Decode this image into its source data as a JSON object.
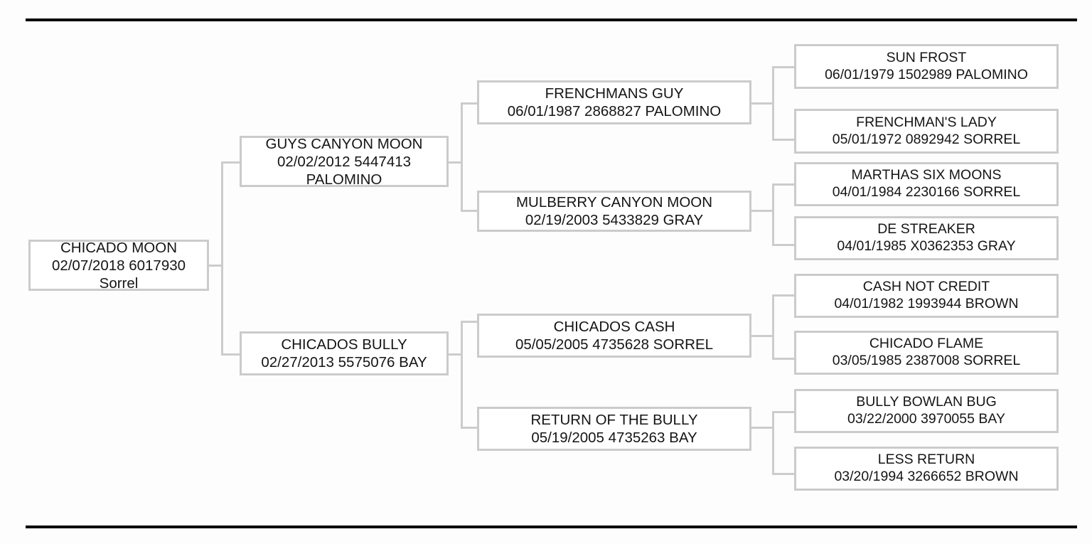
{
  "chart": {
    "type": "pedigree-tree",
    "title": "",
    "generations": 4,
    "line_color": "#cccccc",
    "box_border_color": "#cbcbcb",
    "rule_color": "#000000",
    "background": "#fdfdfd"
  },
  "nodes": {
    "subject": {
      "name": "CHICADO MOON",
      "detail_line1": "02/07/2018 6017930",
      "detail_line2": "Sorrel",
      "birthdate": "02/07/2018",
      "registration": "6017930",
      "color": "Sorrel"
    },
    "sire": {
      "name": "GUYS CANYON MOON",
      "detail_line1": "02/02/2012 5447413",
      "detail_line2": "PALOMINO",
      "birthdate": "02/02/2012",
      "registration": "5447413",
      "color": "PALOMINO"
    },
    "dam": {
      "name": "CHICADOS BULLY",
      "detail_line1": "02/27/2013 5575076 BAY",
      "detail_line2": "",
      "birthdate": "02/27/2013",
      "registration": "5575076",
      "color": "BAY"
    },
    "sire_sire": {
      "name": "FRENCHMANS GUY",
      "detail_line1": "06/01/1987 2868827 PALOMINO",
      "detail_line2": "",
      "birthdate": "06/01/1987",
      "registration": "2868827",
      "color": "PALOMINO"
    },
    "sire_dam": {
      "name": "MULBERRY CANYON MOON",
      "detail_line1": "02/19/2003 5433829 GRAY",
      "detail_line2": "",
      "birthdate": "02/19/2003",
      "registration": "5433829",
      "color": "GRAY"
    },
    "dam_sire": {
      "name": "CHICADOS CASH",
      "detail_line1": "05/05/2005 4735628 SORREL",
      "detail_line2": "",
      "birthdate": "05/05/2005",
      "registration": "4735628",
      "color": "SORREL"
    },
    "dam_dam": {
      "name": "RETURN OF THE BULLY",
      "detail_line1": "05/19/2005 4735263 BAY",
      "detail_line2": "",
      "birthdate": "05/19/2005",
      "registration": "4735263",
      "color": "BAY"
    },
    "ss_sire": {
      "name": "SUN FROST",
      "detail_line1": "06/01/1979 1502989 PALOMINO",
      "detail_line2": "",
      "birthdate": "06/01/1979",
      "registration": "1502989",
      "color": "PALOMINO"
    },
    "ss_dam": {
      "name": "FRENCHMAN'S LADY",
      "detail_line1": "05/01/1972 0892942 SORREL",
      "detail_line2": "",
      "birthdate": "05/01/1972",
      "registration": "0892942",
      "color": "SORREL"
    },
    "sd_sire": {
      "name": "MARTHAS SIX MOONS",
      "detail_line1": "04/01/1984 2230166 SORREL",
      "detail_line2": "",
      "birthdate": "04/01/1984",
      "registration": "2230166",
      "color": "SORREL"
    },
    "sd_dam": {
      "name": "DE STREAKER",
      "detail_line1": "04/01/1985 X0362353 GRAY",
      "detail_line2": "",
      "birthdate": "04/01/1985",
      "registration": "X0362353",
      "color": "GRAY"
    },
    "ds_sire": {
      "name": "CASH NOT CREDIT",
      "detail_line1": "04/01/1982 1993944 BROWN",
      "detail_line2": "",
      "birthdate": "04/01/1982",
      "registration": "1993944",
      "color": "BROWN"
    },
    "ds_dam": {
      "name": "CHICADO FLAME",
      "detail_line1": "03/05/1985 2387008 SORREL",
      "detail_line2": "",
      "birthdate": "03/05/1985",
      "registration": "2387008",
      "color": "SORREL"
    },
    "dd_sire": {
      "name": "BULLY BOWLAN BUG",
      "detail_line1": "03/22/2000 3970055 BAY",
      "detail_line2": "",
      "birthdate": "03/22/2000",
      "registration": "3970055",
      "color": "BAY"
    },
    "dd_dam": {
      "name": "LESS RETURN",
      "detail_line1": "03/20/1994 3266652 BROWN",
      "detail_line2": "",
      "birthdate": "03/20/1994",
      "registration": "3266652",
      "color": "BROWN"
    }
  }
}
